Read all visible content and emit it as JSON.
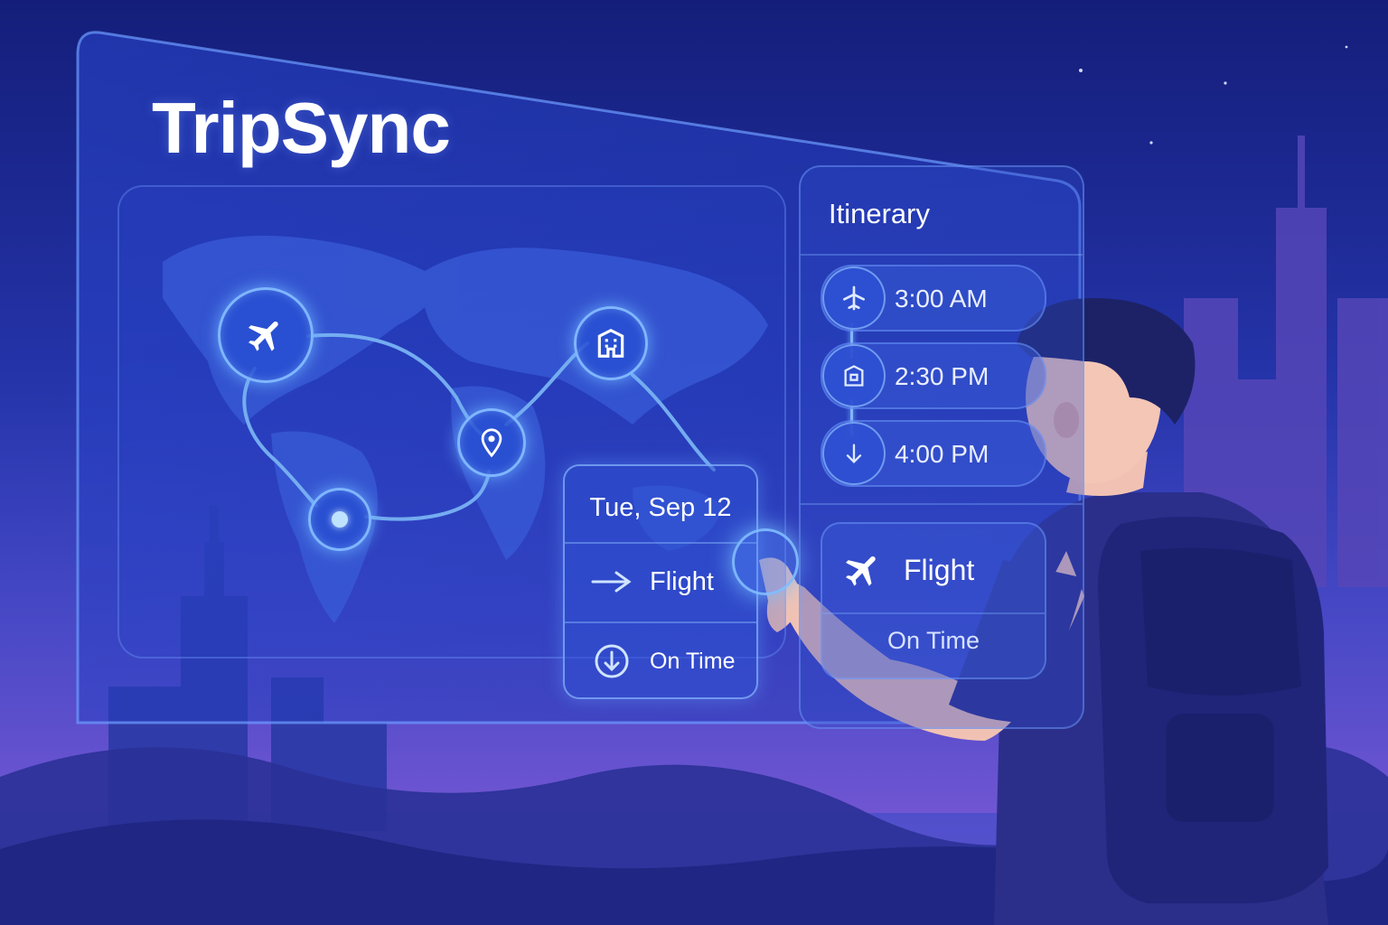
{
  "app": {
    "name": "TripSync"
  },
  "day_card": {
    "date": "Tue, Sep 12",
    "rows": [
      {
        "icon": "arrow-right-icon",
        "label": "Flight"
      },
      {
        "icon": "arrival-icon",
        "label": "On Time"
      }
    ]
  },
  "itinerary": {
    "title": "Itinerary",
    "items": [
      {
        "icon": "plane-icon",
        "time": "3:00 AM"
      },
      {
        "icon": "hotel-icon",
        "time": "2:30 PM"
      },
      {
        "icon": "arrow-down-icon",
        "time": "4:00 PM"
      }
    ],
    "status": {
      "icon": "plane-icon",
      "label": "Flight",
      "status": "On Time"
    }
  },
  "map": {
    "nodes": [
      {
        "name": "plane-icon"
      },
      {
        "name": "hotel-icon"
      },
      {
        "name": "location-pin-icon"
      },
      {
        "name": "dot"
      }
    ]
  },
  "colors": {
    "accent": "#7fb6ff",
    "panel": "#2c48c8",
    "background_top": "#141e7a",
    "background_bottom": "#5c54cf"
  }
}
